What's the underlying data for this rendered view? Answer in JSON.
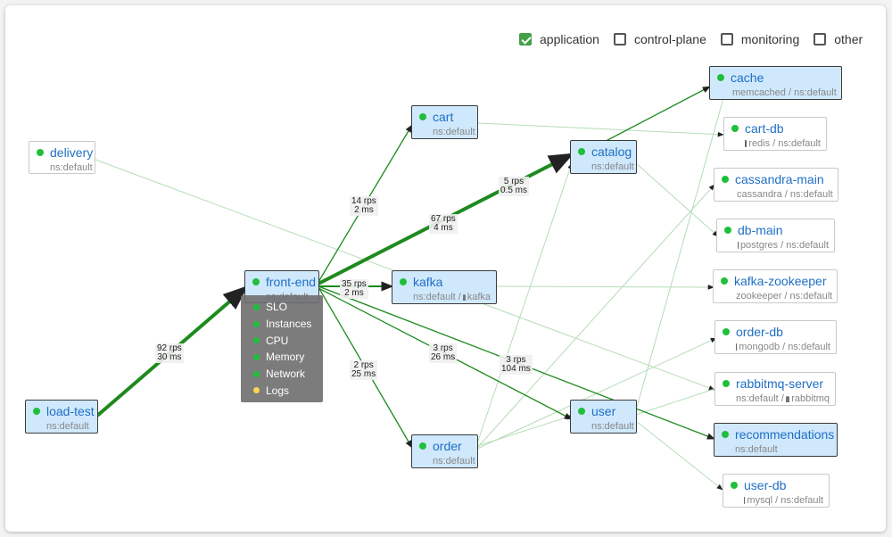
{
  "legend": [
    {
      "label": "application",
      "checked": true
    },
    {
      "label": "control-plane",
      "checked": false
    },
    {
      "label": "monitoring",
      "checked": false
    },
    {
      "label": "other",
      "checked": false
    }
  ],
  "nodes": {
    "delivery": {
      "name": "delivery",
      "sub": "ns:default"
    },
    "load_test": {
      "name": "load-test",
      "sub": "ns:default"
    },
    "front_end": {
      "name": "front-end",
      "sub": "ns:default"
    },
    "cart": {
      "name": "cart",
      "sub": "ns:default"
    },
    "kafka": {
      "name": "kafka",
      "sub_ns": "ns:default /",
      "sub_svc": "kafka"
    },
    "order": {
      "name": "order",
      "sub": "ns:default"
    },
    "catalog": {
      "name": "catalog",
      "sub": "ns:default"
    },
    "user": {
      "name": "user",
      "sub": "ns:default"
    },
    "cache": {
      "name": "cache",
      "sub": "memcached / ns:default"
    },
    "cart_db": {
      "name": "cart-db",
      "sub": "redis / ns:default"
    },
    "cassandra_main": {
      "name": "cassandra-main",
      "sub": "cassandra / ns:default"
    },
    "db_main": {
      "name": "db-main",
      "sub": "postgres / ns:default"
    },
    "kafka_zookeeper": {
      "name": "kafka-zookeeper",
      "sub": "zookeeper / ns:default"
    },
    "order_db": {
      "name": "order-db",
      "sub": "mongodb / ns:default"
    },
    "rabbitmq_server": {
      "name": "rabbitmq-server",
      "sub_ns": "ns:default /",
      "sub_svc": "rabbitmq"
    },
    "recommendations": {
      "name": "recommendations",
      "sub": "ns:default"
    },
    "user_db": {
      "name": "user-db",
      "sub": "mysql / ns:default"
    }
  },
  "edge_labels": {
    "loadtest_frontend": {
      "rps": "92 rps",
      "ms": "30 ms"
    },
    "frontend_cart": {
      "rps": "14 rps",
      "ms": "2 ms"
    },
    "frontend_catalog": {
      "rps": "67 rps",
      "ms": "4 ms"
    },
    "catalog_cache": {
      "rps": "5 rps",
      "ms": "0.5 ms"
    },
    "frontend_kafka": {
      "rps": "35 rps",
      "ms": "2 ms"
    },
    "frontend_order": {
      "rps": "2 rps",
      "ms": "25 ms"
    },
    "frontend_user": {
      "rps": "3 rps",
      "ms": "26 ms"
    },
    "frontend_recommendations": {
      "rps": "3 rps",
      "ms": "104 ms"
    }
  },
  "context_menu": [
    {
      "label": "SLO",
      "status": "ok"
    },
    {
      "label": "Instances",
      "status": "ok"
    },
    {
      "label": "CPU",
      "status": "ok"
    },
    {
      "label": "Memory",
      "status": "ok"
    },
    {
      "label": "Network",
      "status": "ok"
    },
    {
      "label": "Logs",
      "status": "warning"
    }
  ],
  "colors": {
    "edge_strong": "#1e8a1e",
    "edge_light": "#a8d9a8",
    "ok": "#1fbf3b",
    "warning": "#ffd54f",
    "app_node": "#cfe8fc",
    "accent": "#1f6fc5"
  }
}
